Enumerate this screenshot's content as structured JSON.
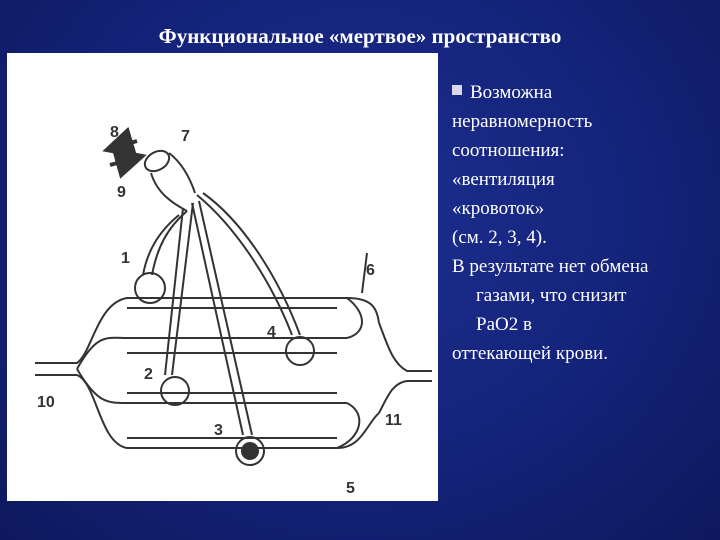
{
  "slide": {
    "title": "Функциональное «мертвое» пространство",
    "text_lines": [
      "Возможна",
      "неравномерность",
      "соотношения:",
      "«вентиляция",
      "«кровоток»",
      "(см. 2, 3, 4).",
      "В результате нет обмена",
      "газами, что снизит",
      "PaO2 в",
      "оттекающей крови."
    ]
  },
  "diagram": {
    "labels": [
      "8",
      "7",
      "9",
      "1",
      "6",
      "4",
      "2",
      "10",
      "3",
      "11",
      "5"
    ]
  }
}
